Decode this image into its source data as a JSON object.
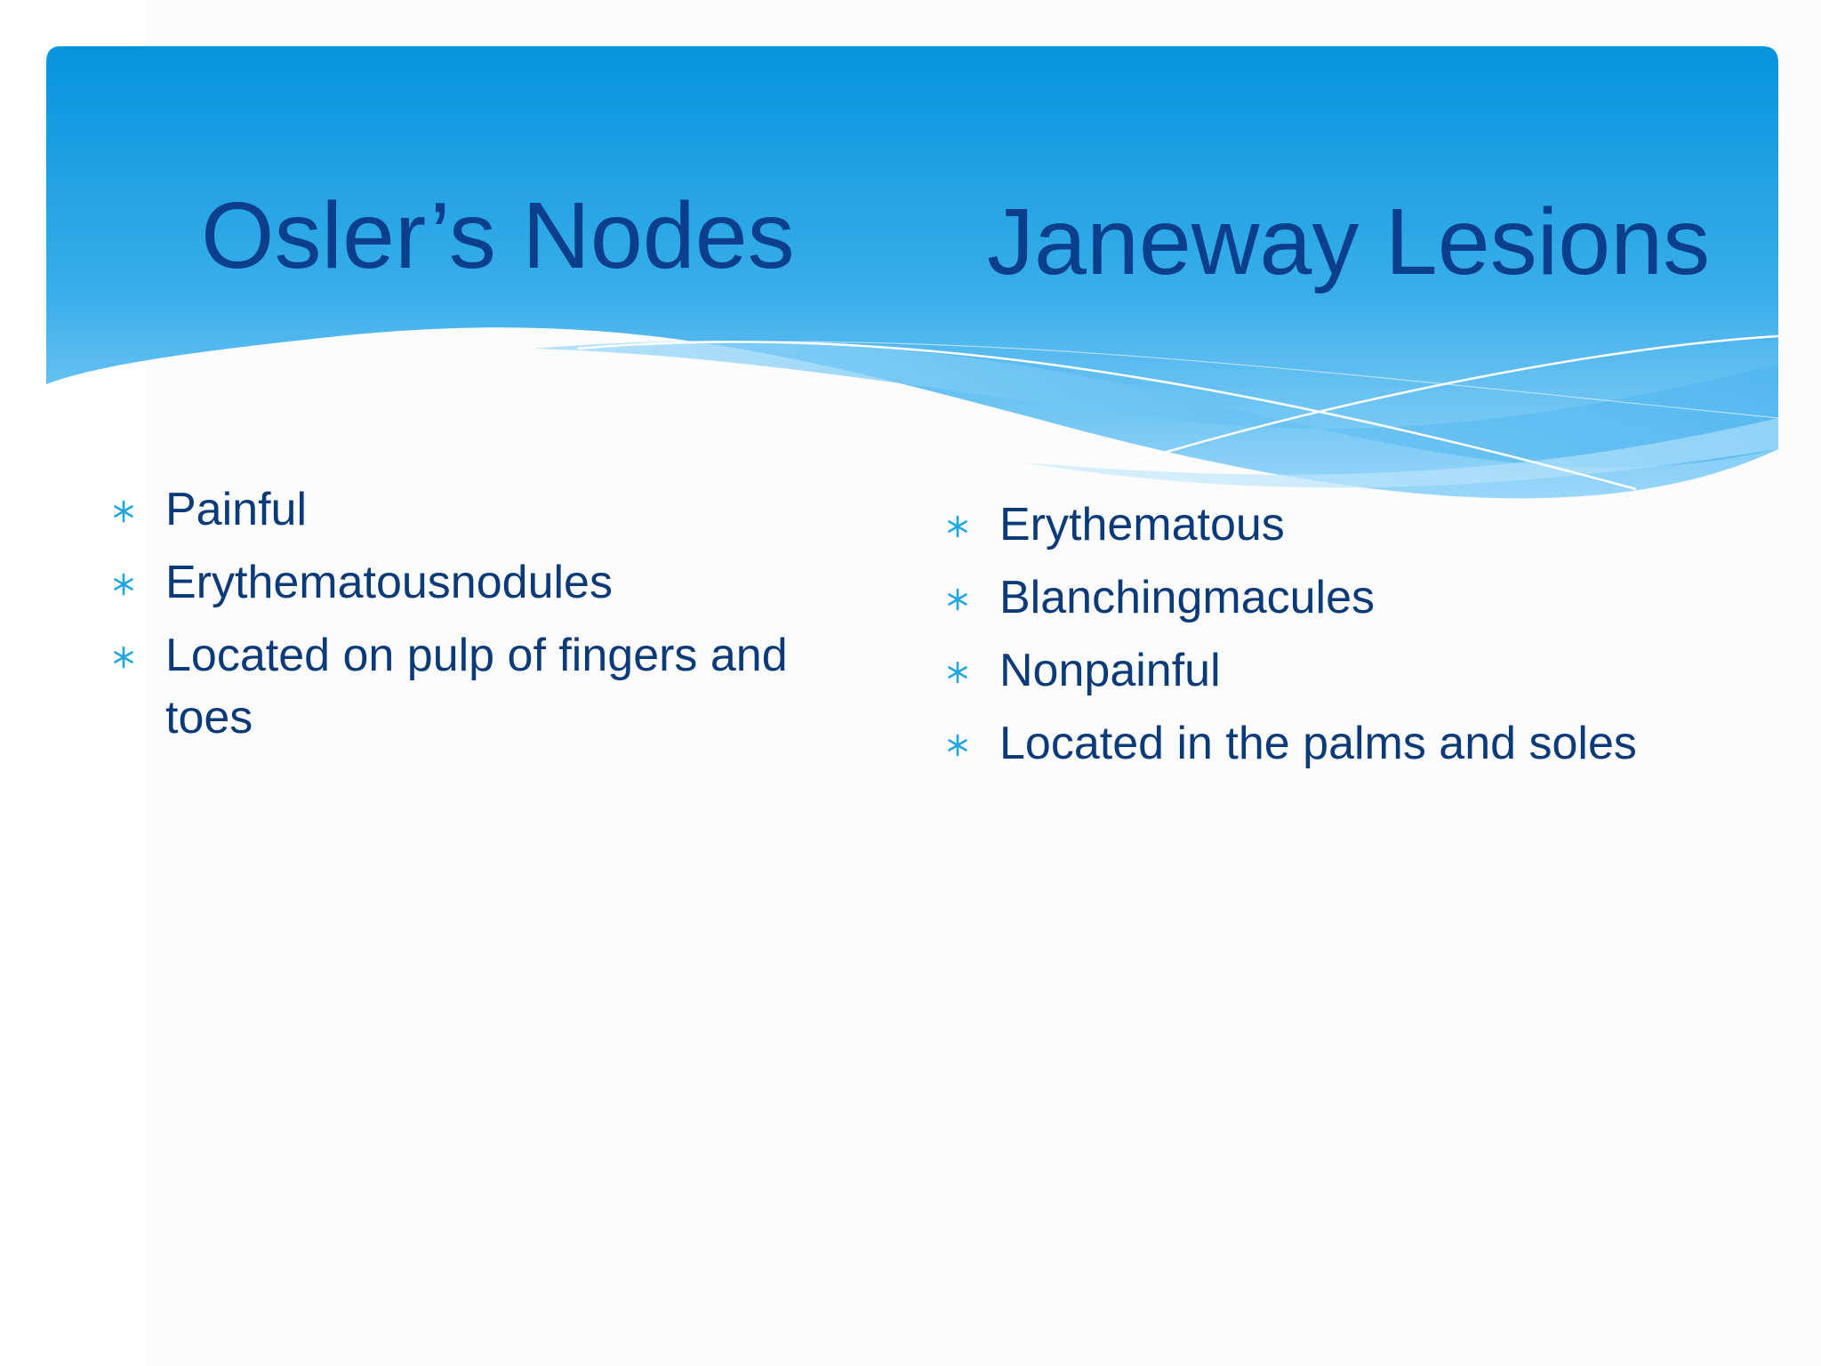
{
  "slide": {
    "left_column": {
      "title": "Osler’s Nodes",
      "bullets": [
        "Painful",
        "Erythematousnodules",
        "Located on pulp of fingers and toes"
      ]
    },
    "right_column": {
      "title": "Janeway Lesions",
      "bullets": [
        "Erythematous",
        "Blanchingmacules",
        "Nonpainful",
        "Located in the palms and soles"
      ]
    }
  },
  "colors": {
    "title_text": "#0b3f8c",
    "body_text": "#0b3a78",
    "bullet_marker": "#1fa6e0",
    "banner_top": "#0594dd",
    "banner_bottom": "#9ad7fa"
  },
  "icons": {
    "bullet_marker": "asterisk-bullet-icon"
  }
}
